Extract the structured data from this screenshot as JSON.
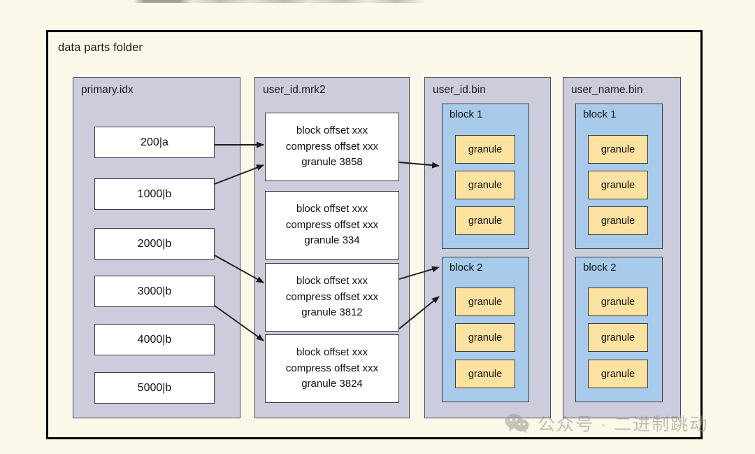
{
  "diagram": {
    "folder_title": "data parts folder",
    "columns": [
      {
        "id": "primary-idx",
        "title": "primary.idx",
        "kind": "index",
        "entries": [
          {
            "label": "200|a"
          },
          {
            "label": "1000|b"
          },
          {
            "label": "2000|b"
          },
          {
            "label": "3000|b"
          },
          {
            "label": "4000|b"
          },
          {
            "label": "5000|b"
          }
        ]
      },
      {
        "id": "user-id-mrk2",
        "title": "user_id.mrk2",
        "kind": "marks",
        "marks": [
          {
            "line1": "block offset xxx",
            "line2": "compress offset xxx",
            "line3": "granule 3858"
          },
          {
            "line1": "block offset xxx",
            "line2": "compress offset xxx",
            "line3": "granule 334"
          },
          {
            "line1": "block offset xxx",
            "line2": "compress offset xxx",
            "line3": "granule 3812"
          },
          {
            "line1": "block offset xxx",
            "line2": "compress offset xxx",
            "line3": "granule 3824"
          }
        ]
      },
      {
        "id": "user-id-bin",
        "title": "user_id.bin",
        "kind": "bin",
        "blocks": [
          {
            "title": "block 1",
            "granules": [
              "granule",
              "granule",
              "granule"
            ]
          },
          {
            "title": "block 2",
            "granules": [
              "granule",
              "granule",
              "granule"
            ]
          }
        ]
      },
      {
        "id": "user-name-bin",
        "title": "user_name.bin",
        "kind": "bin",
        "blocks": [
          {
            "title": "block 1",
            "granules": [
              "granule",
              "granule",
              "granule"
            ]
          },
          {
            "title": "block 2",
            "granules": [
              "granule",
              "granule",
              "granule"
            ]
          }
        ]
      }
    ],
    "connections": [
      {
        "from": "primary-idx.entry.0",
        "to": "user-id-mrk2.mark.0"
      },
      {
        "from": "primary-idx.entry.1",
        "to": "user-id-mrk2.mark.0"
      },
      {
        "from": "primary-idx.entry.2",
        "to": "user-id-mrk2.mark.2"
      },
      {
        "from": "primary-idx.entry.3",
        "to": "user-id-mrk2.mark.3"
      },
      {
        "from": "user-id-mrk2.mark.0",
        "to": "user-id-bin.block.0"
      },
      {
        "from": "user-id-mrk2.mark.2",
        "to": "user-id-bin.block.1"
      },
      {
        "from": "user-id-mrk2.mark.3",
        "to": "user-id-bin.block.1"
      }
    ]
  },
  "watermark": {
    "icon": "wechat-icon",
    "text": "公众号 · 二进制跳动"
  },
  "colors": {
    "page_background": "#fbf8e9",
    "panel_fill": "#ccccdd",
    "panel_border": "#4a4a55",
    "cell_fill": "#ffffff",
    "cell_border": "#3a3a44",
    "block_fill": "#a8cbeb",
    "granule_fill": "#fbe2a0",
    "outer_border": "#000000",
    "text": "#111111",
    "watermark_text": "#8d8d86"
  }
}
